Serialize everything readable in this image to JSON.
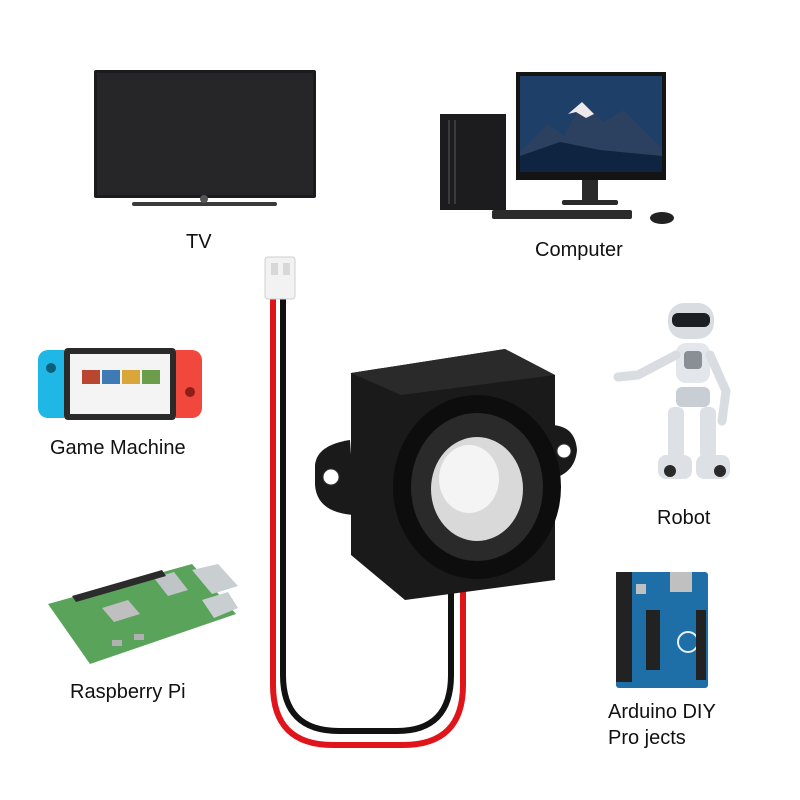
{
  "labels": {
    "tv": "TV",
    "computer": "Computer",
    "game_machine": "Game Machine",
    "robot": "Robot",
    "raspberry_pi": "Raspberry Pi",
    "arduino_line1": "Arduino DIY",
    "arduino_line2": "Pro jects"
  },
  "colors": {
    "background": "#ffffff",
    "speaker_body": "#1a1a1a",
    "wire_red": "#e0151b",
    "wire_black": "#111111",
    "connector": "#f2f2f2",
    "switch_blue": "#1fb7e6",
    "switch_red": "#f0483c",
    "pi_green": "#5aa35a",
    "arduino_blue": "#1e6fa8"
  },
  "icons": [
    "tv-icon",
    "computer-icon",
    "game-console-icon",
    "speaker-icon",
    "robot-icon",
    "raspberry-pi-board-icon",
    "arduino-board-icon"
  ]
}
